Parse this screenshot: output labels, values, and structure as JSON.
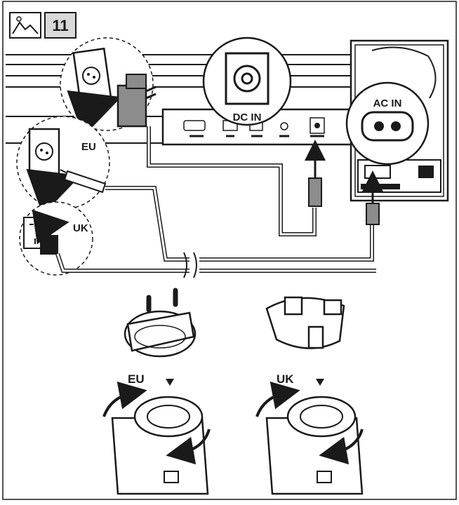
{
  "header": {
    "icon": "picture-icon",
    "step_number": "11"
  },
  "labels": {
    "dc_in": "DC IN",
    "ac_in": "AC IN",
    "eu_top": "EU",
    "uk_top": "UK",
    "eu_bottom": "EU",
    "uk_bottom": "UK"
  },
  "colors": {
    "ink": "#1a1a1a",
    "grey_fill": "#8c8c8c",
    "badge_fill": "#d9d9d9"
  }
}
